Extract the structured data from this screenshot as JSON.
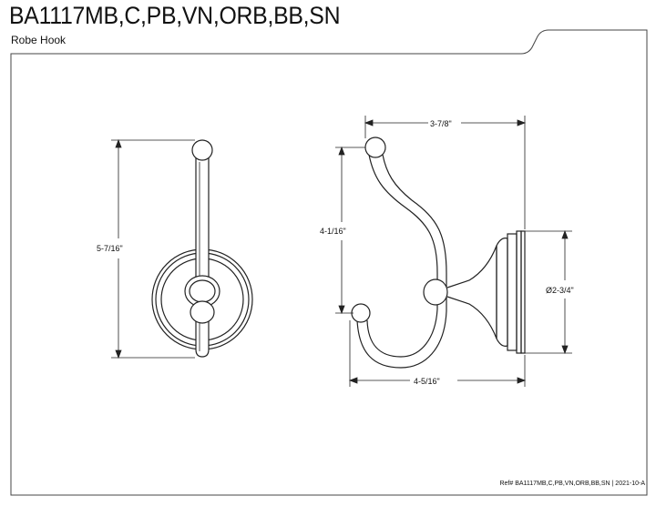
{
  "header": {
    "model": "BA1117MB,C,PB,VN,ORB,BB,SN",
    "product": "Robe Hook"
  },
  "dimensions": {
    "overall_height": "5-7/16\"",
    "top_width": "3-7/8\"",
    "hook_height": "4-1/16\"",
    "projection": "4-5/16\"",
    "base_diameter": "Ø2-3/4\""
  },
  "footer": {
    "reference": "Ref# BA1117MB,C,PB,VN,ORB,BB,SN | 2021-10-A"
  }
}
